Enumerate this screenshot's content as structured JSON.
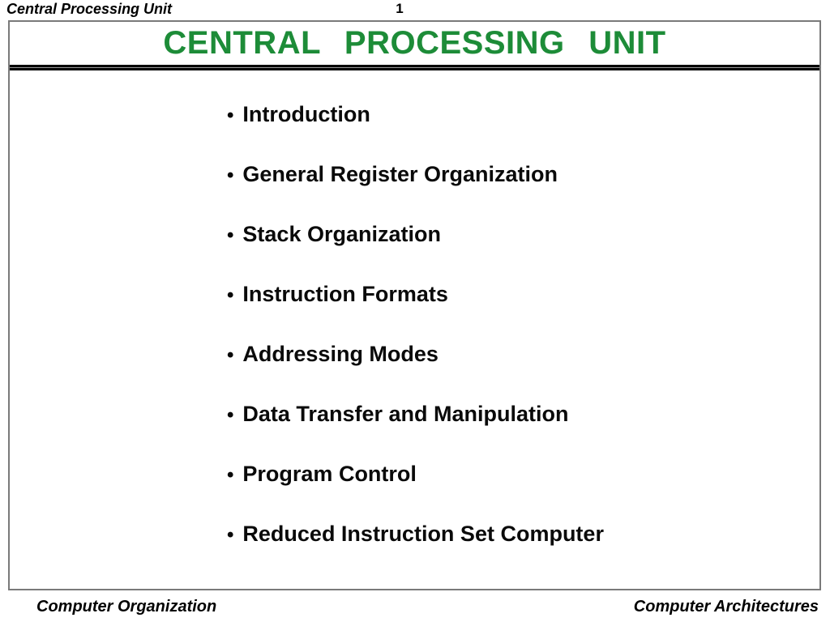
{
  "header": {
    "left_label": "Central Processing Unit",
    "page_number": "1"
  },
  "slide": {
    "title": "CENTRAL PROCESSING UNIT",
    "title_color": "#1d8c38",
    "bullet_glyph": "•",
    "bullets": [
      "Introduction",
      "General Register Organization",
      "Stack Organization",
      "Instruction Formats",
      "Addressing Modes",
      "Data Transfer and Manipulation",
      "Program Control",
      "Reduced Instruction Set Computer"
    ]
  },
  "footer": {
    "left_label": "Computer Organization",
    "right_label": "Computer Architectures"
  }
}
